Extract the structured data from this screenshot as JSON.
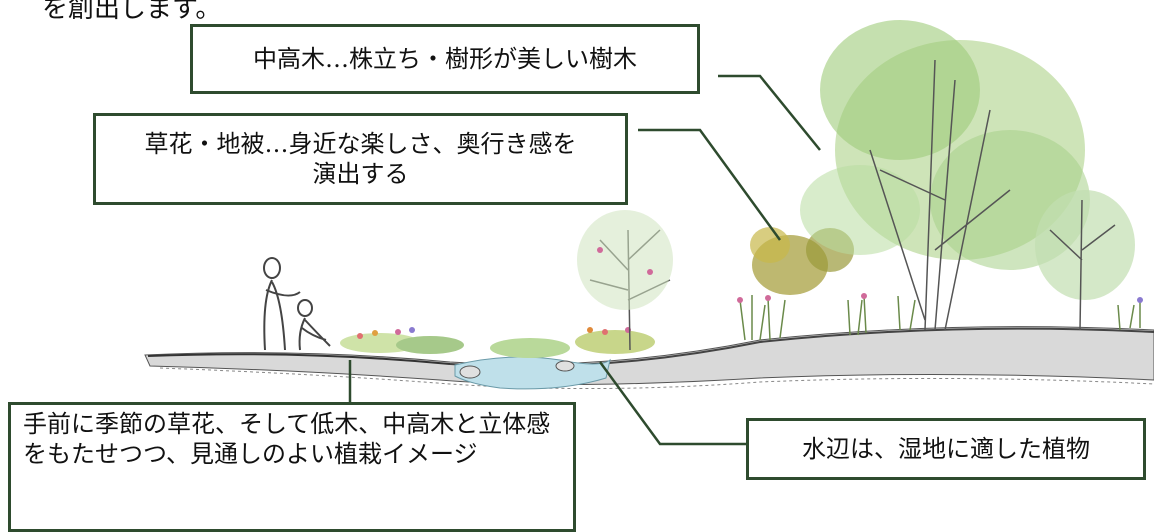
{
  "top_text": "を創出します。",
  "callouts": {
    "tree": "中高木…株立ち・樹形が美しい樹木",
    "flowers_line1": "草花・地被…身近な楽しさ、奥行き感を",
    "flowers_line2": "演出する",
    "front": "手前に季節の草花、そして低木、中高木と立体感をもたせつつ、見通しのよい植栽イメージ",
    "water": "水辺は、湿地に適した植物"
  },
  "colors": {
    "border": "#2e4b2e",
    "leader": "#2e4b2e",
    "foliage_light": "#b9d99a",
    "foliage_mid": "#8fbf6a",
    "foliage_olive": "#a8a040",
    "ground": "#9a9a9a",
    "water": "#bfe0ea"
  }
}
